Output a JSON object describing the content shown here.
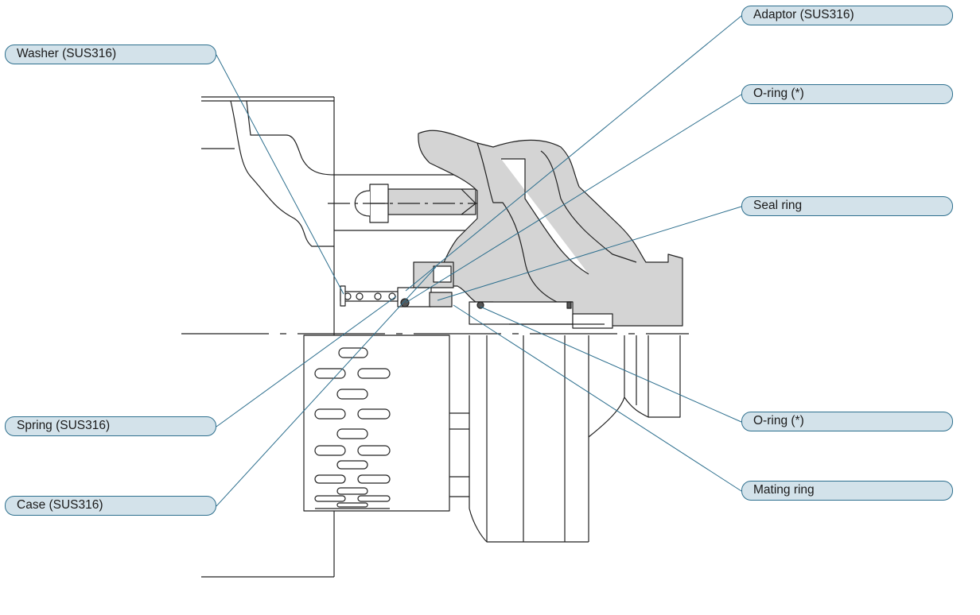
{
  "labels": {
    "washer": "Washer (SUS316)",
    "spring": "Spring (SUS316)",
    "case": "Case (SUS316)",
    "adaptor": "Adaptor (SUS316)",
    "oring_upper": "O-ring (*)",
    "seal_ring": "Seal ring",
    "oring_lower": "O-ring (*)",
    "mating_ring": "Mating ring"
  },
  "colors": {
    "leader": "#2d6f8e",
    "callout_fill": "#d3e2ea",
    "callout_border": "#2d6f8e",
    "part_fill": "#d4d4d4",
    "outline": "#222222"
  }
}
